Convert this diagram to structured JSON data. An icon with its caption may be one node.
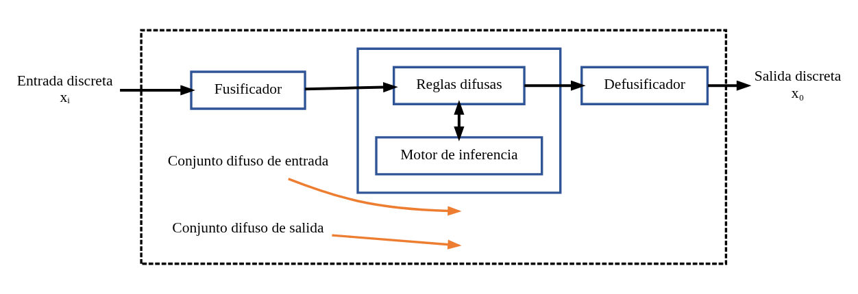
{
  "diagram": {
    "nodes": [
      {
        "text": [
          "Entrada discreta",
          "xᵢ"
        ]
      },
      {
        "text": [],
        "shape": "box"
      },
      {
        "text": [
          "Fusificador"
        ],
        "in": 1
      },
      {
        "text": [],
        "shape": "box",
        "in": 1
      },
      {
        "text": [
          "Reglas difusas"
        ],
        "in": 3
      },
      {
        "text": [
          "Motor de inferencia"
        ],
        "in": 3
      },
      {
        "text": [
          "Defusificador"
        ],
        "in": 1
      },
      {
        "text": [
          "Salida discreta",
          "x₀"
        ]
      },
      {
        "text": [
          "Conjunto difuso de entrada"
        ],
        "in": 1
      },
      {
        "text": [
          "Conjunto difuso de salida"
        ],
        "in": 1
      }
    ],
    "edges": [
      {
        "from": 0,
        "to": 2,
        "arrow": "to"
      },
      {
        "from": 2,
        "to": 4,
        "arrow": "to"
      },
      {
        "from": 4,
        "to": 5,
        "arrow": "both"
      },
      {
        "from": 4,
        "to": 6,
        "arrow": "to"
      },
      {
        "from": 6,
        "to": 7,
        "arrow": "to"
      },
      {
        "from": 8,
        "to": null,
        "arrow": "to",
        "color": "#ed7d31"
      },
      {
        "from": 9,
        "to": null,
        "arrow": "to",
        "color": "#ed7d31"
      }
    ]
  }
}
